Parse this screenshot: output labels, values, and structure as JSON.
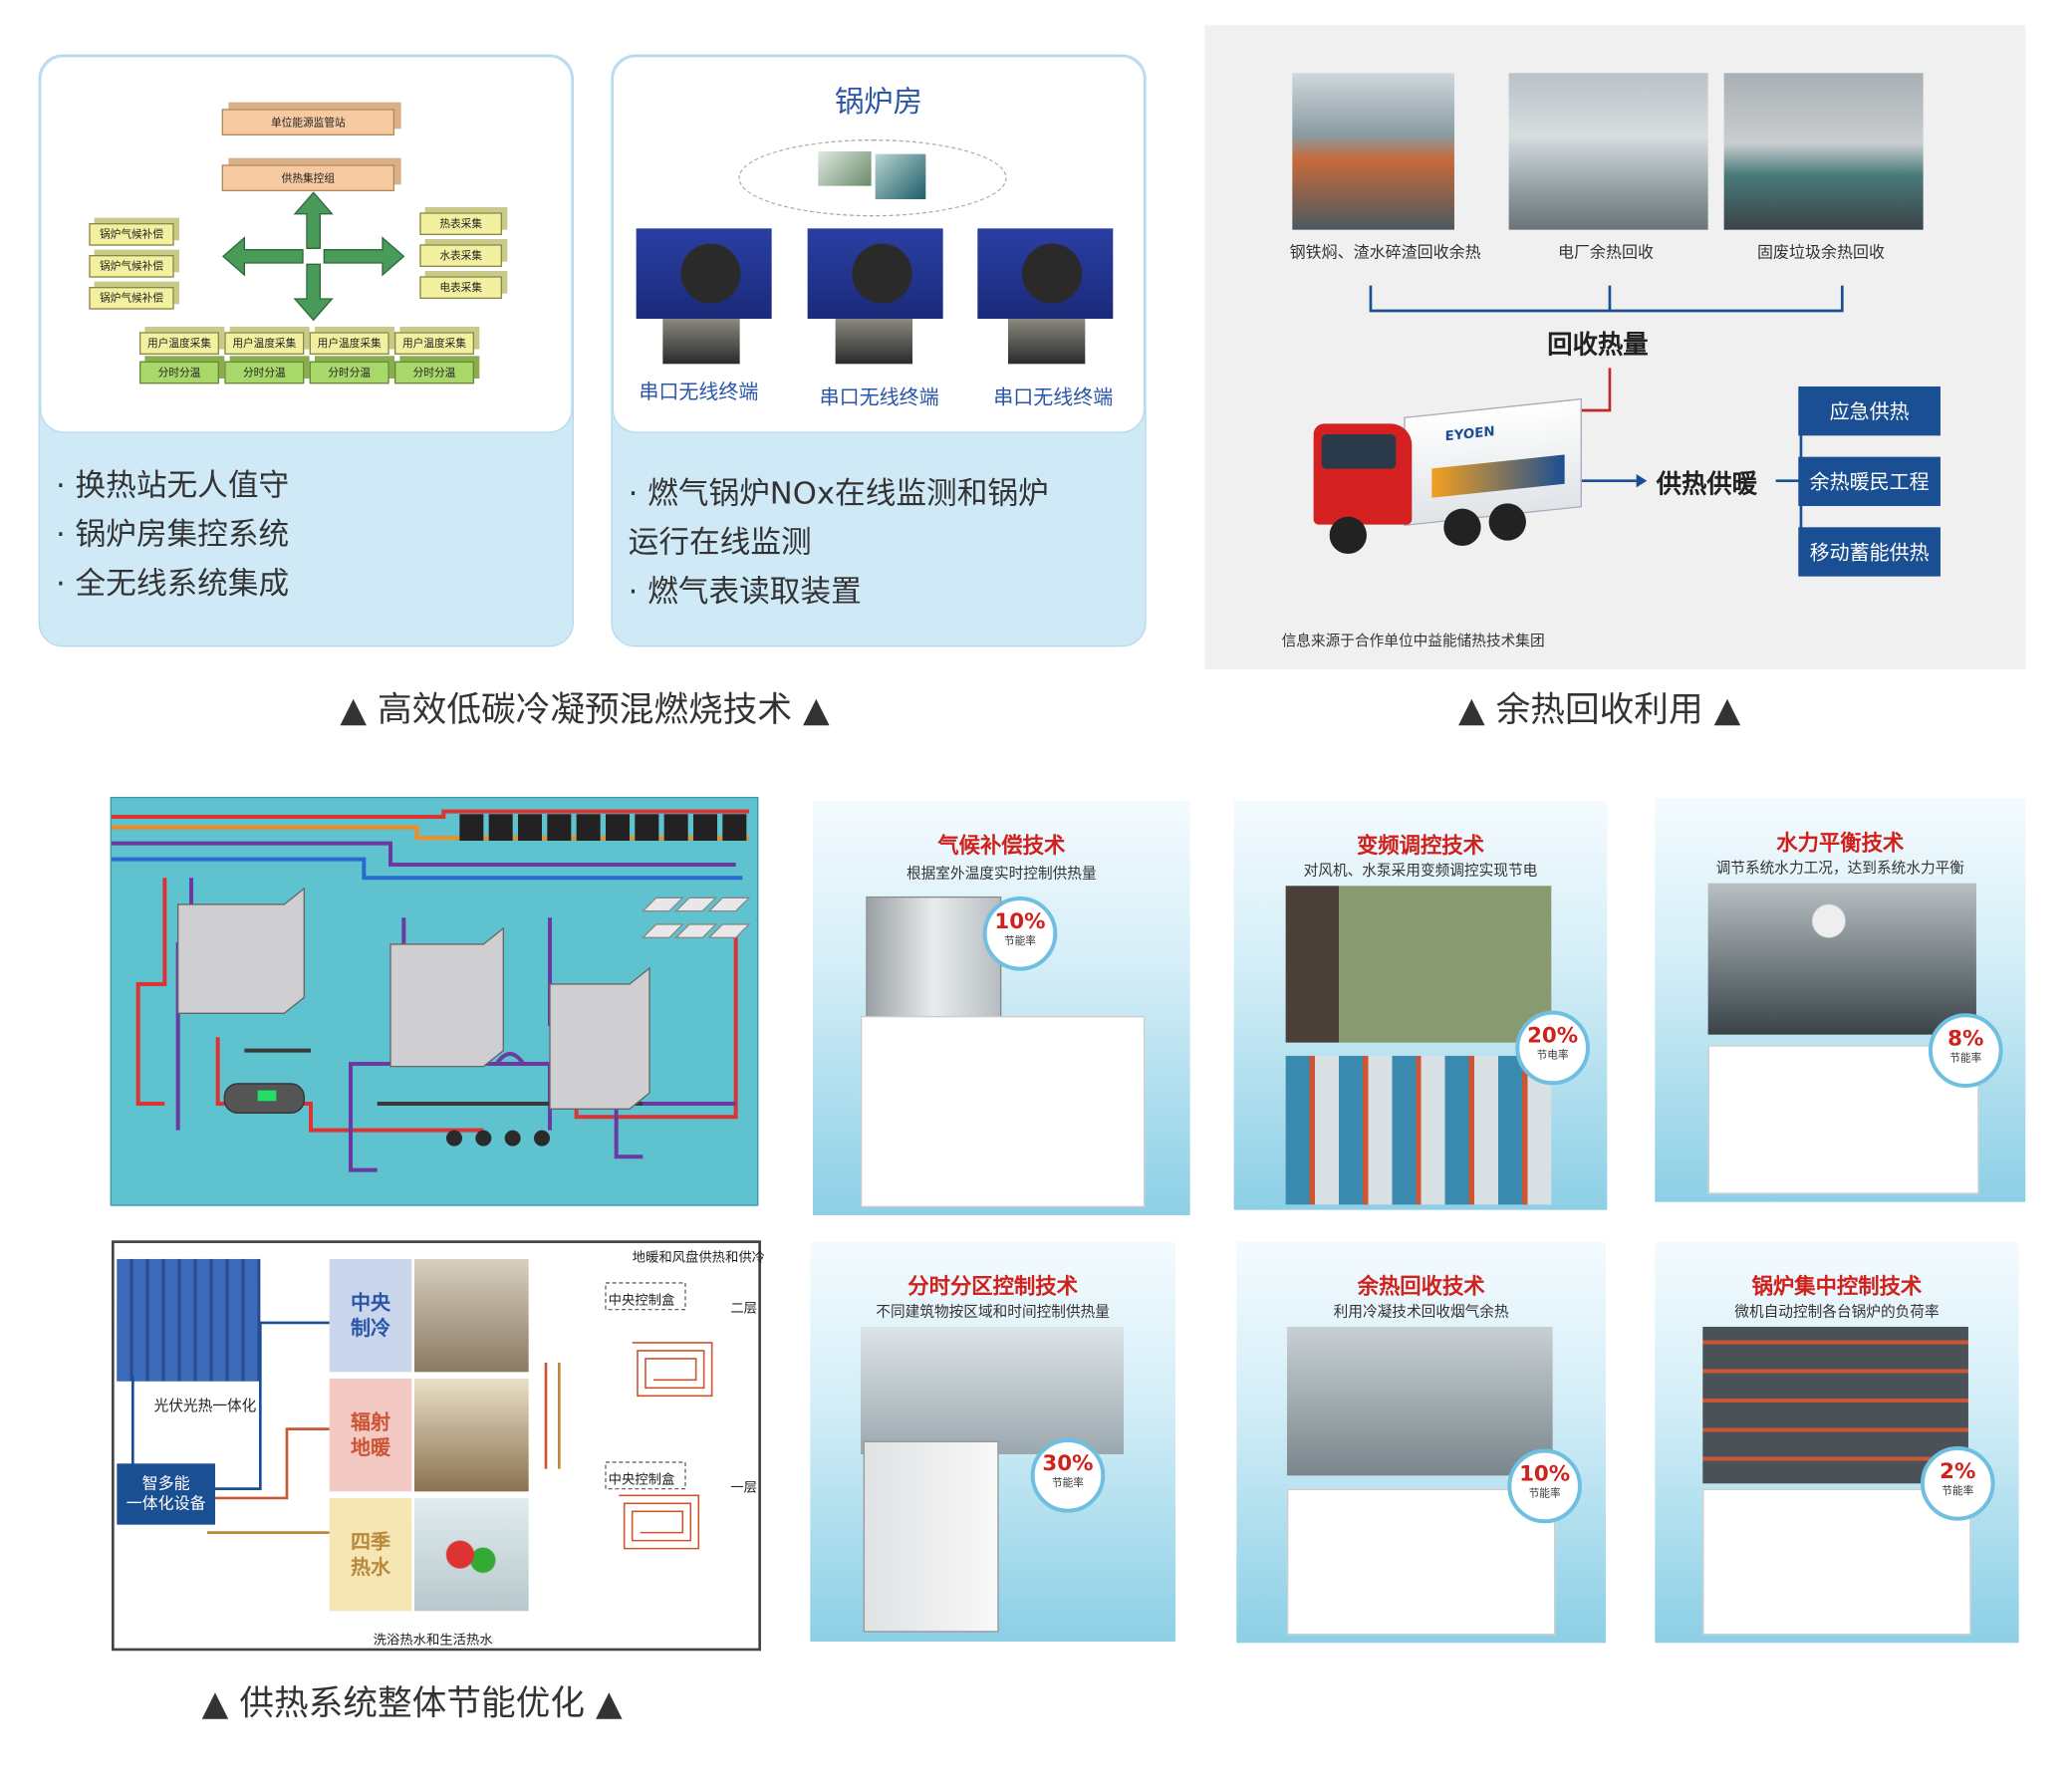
{
  "boiler_station": {
    "diagram": {
      "top": "单位能源监管站",
      "center": "供热集控组",
      "left": [
        "锅炉气候补偿",
        "锅炉气候补偿",
        "锅炉气候补偿"
      ],
      "right": [
        "热表采集",
        "水表采集",
        "电表采集"
      ],
      "bottom_row1": [
        "用户温度采集",
        "用户温度采集",
        "用户温度采集",
        "用户温度采集"
      ],
      "bottom_row2": [
        "分时分温",
        "分时分温",
        "分时分温",
        "分时分温"
      ]
    },
    "bullets": [
      "· 换热站无人值守",
      "· 锅炉房集控系统",
      "· 全无线系统集成"
    ]
  },
  "boiler_room": {
    "title": "锅炉房",
    "terminals": [
      "串口无线终端",
      "串口无线终端",
      "串口无线终端"
    ],
    "bullets": [
      "· 燃气锅炉NOx在线监测和锅炉",
      "运行在线监测",
      "· 燃气表读取装置"
    ]
  },
  "caption_left": "▲ 高效低碳冷凝预混燃烧技术 ▲",
  "waste_heat": {
    "sources": [
      "钢铁焖、渣水碎渣回收余热",
      "电厂余热回收",
      "固废垃圾余热回收"
    ],
    "recovered": "回收热量",
    "supply": "供热供暖",
    "outputs": [
      "应急供热",
      "余热暖民工程",
      "移动蓄能供热"
    ],
    "source_note": "信息来源于合作单位中益能储热技术集团",
    "truck_brand": "EYOEN"
  },
  "caption_right": "▲ 余热回收利用 ▲",
  "integrated_system": {
    "top_right_label": "地暖和风盘供热和供冷",
    "pv_label": "光伏光热一体化",
    "device_label": "智多能\n一体化设备",
    "modes": [
      "中央\n制冷",
      "辐射\n地暖",
      "四季\n热水"
    ],
    "control_box": "中央控制盒",
    "floors": [
      "二层",
      "一层"
    ],
    "bottom_label": "洗浴热水和生活热水"
  },
  "caption_bottom": "▲ 供热系统整体节能优化 ▲",
  "tiles": [
    {
      "title": "气候补偿技术",
      "sub": "根据室外温度实时控制供热量",
      "pct": "10%",
      "badge_label": "节能率"
    },
    {
      "title": "变频调控技术",
      "sub": "对风机、水泵采用变频调控实现节电",
      "pct": "20%",
      "badge_label": "节电率"
    },
    {
      "title": "水力平衡技术",
      "sub": "调节系统水力工况，达到系统水力平衡",
      "pct": "8%",
      "badge_label": "节能率"
    },
    {
      "title": "分时分区控制技术",
      "sub": "不同建筑物按区域和时间控制供热量",
      "pct": "30%",
      "badge_label": "节能率"
    },
    {
      "title": "余热回收技术",
      "sub": "利用冷凝技术回收烟气余热",
      "pct": "10%",
      "badge_label": "节能率"
    },
    {
      "title": "锅炉集中控制技术",
      "sub": "微机自动控制各台锅炉的负荷率",
      "pct": "2%",
      "badge_label": "节能率"
    }
  ]
}
